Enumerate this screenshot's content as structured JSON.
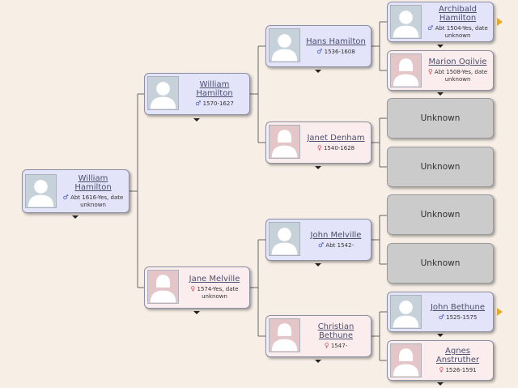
{
  "people": {
    "p1": {
      "name": "William Hamilton",
      "sex": "♂",
      "dates": "Abt 1616-Yes, date unknown"
    },
    "p2": {
      "name": "William Hamilton",
      "sex": "♂",
      "dates": "1570-1627"
    },
    "p3": {
      "name": "Jane Melville",
      "sex": "♀",
      "dates": "1574-Yes, date unknown"
    },
    "p4": {
      "name": "Hans Hamilton",
      "sex": "♂",
      "dates": "1536-1608"
    },
    "p5": {
      "name": "Janet Denham",
      "sex": "♀",
      "dates": "1540-1628"
    },
    "p6": {
      "name": "John Melville",
      "sex": "♂",
      "dates": "Abt 1542-"
    },
    "p7": {
      "name": "Christian Bethune",
      "sex": "♀",
      "dates": "1547-"
    },
    "p8": {
      "name": "Archibald Hamilton",
      "sex": "♂",
      "dates": "Abt 1504-Yes, date unknown"
    },
    "p9": {
      "name": "Marion Ogilvie",
      "sex": "♀",
      "dates": "Abt 1508-Yes, date unknown"
    },
    "p14": {
      "name": "John Bethune",
      "sex": "♂",
      "dates": "1525-1575"
    },
    "p15": {
      "name": "Agnes Anstruther",
      "sex": "♀",
      "dates": "1526-1591"
    }
  },
  "unknown_label": "Unknown"
}
